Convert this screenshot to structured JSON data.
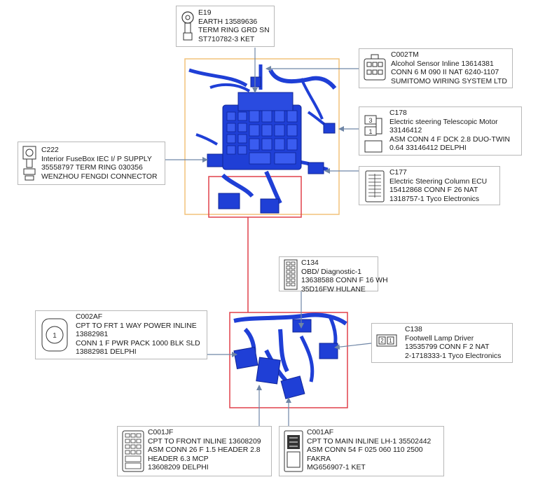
{
  "colors": {
    "harness": "#1f3fd6",
    "harness_dark": "#0f2496",
    "frame_top": "#f2c27a",
    "frame_red": "#e0404a",
    "leader": "#7a8ea8"
  },
  "connectors": {
    "e19": {
      "id": "E19",
      "lines": [
        "EARTH 13589636",
        "TERM RING GRD SN",
        "ST710782-3 KET"
      ],
      "icon": "ring-terminal-icon"
    },
    "c002tm": {
      "id": "C002TM",
      "lines": [
        "Alcohol Sensor Inline 13614381",
        "CONN 6 M 090 II NAT 6240-1107",
        "SUMITOMO WIRING SYSTEM LTD"
      ],
      "icon": "connector-6pin-icon"
    },
    "c178": {
      "id": "C178",
      "lines": [
        "Electric steering Telescopic Motor",
        "33146412",
        "ASM CONN 4 F DCK 2.8 DUO-TWIN",
        "0.64    33146412 DELPHI"
      ],
      "icon": "connector-2pin-icon",
      "pins": [
        "3",
        "1"
      ]
    },
    "c222": {
      "id": "C222",
      "lines": [
        "Interior FuseBox IEC I/ P SUPPLY",
        "35558797 TERM RING 030356",
        "WENZHOU FENGDI CONNECTOR"
      ],
      "icon": "ring-terminal-icon"
    },
    "c177": {
      "id": "C177",
      "lines": [
        "Electric Steering Column ECU",
        "15412868 CONN F 26 NAT",
        "1318757-1 Tyco Electronics"
      ],
      "icon": "connector-26pin-icon"
    },
    "c134": {
      "id": "C134",
      "lines": [
        "OBD/ Diagnostic-1",
        "13638588 CONN F 16 WH",
        "35D16FW HULANE"
      ],
      "icon": "connector-16pin-icon"
    },
    "c002af": {
      "id": "C002AF",
      "lines": [
        "CPT TO FRT 1 WAY POWER INLINE",
        "13882981",
        "CONN 1 F PWR PACK 1000 BLK SLD",
        "13882981 DELPHI"
      ],
      "icon": "power-connector-icon",
      "pin": "1"
    },
    "c138": {
      "id": "C138",
      "lines": [
        "Footwell Lamp Driver",
        "13535799 CONN F 2 NAT",
        "2-1718333-1 Tyco Electronics"
      ],
      "icon": "connector-2pin-icon",
      "pins": [
        "2",
        "1"
      ]
    },
    "c001jf": {
      "id": "C001JF",
      "lines": [
        "CPT TO FRONT INLINE 13608209",
        "ASM CONN 26 F 1.5 HEADER 2.8",
        "HEADER 6.3 MCP",
        "13608209 DELPHI"
      ],
      "icon": "connector-26pin-icon"
    },
    "c001af": {
      "id": "C001AF",
      "lines": [
        "CPT TO MAIN INLINE LH-1 35502442",
        "ASM CONN 54 F 025 060 110 2500",
        "FAKRA",
        "MG656907-1 KET"
      ],
      "icon": "connector-54pin-icon"
    }
  }
}
